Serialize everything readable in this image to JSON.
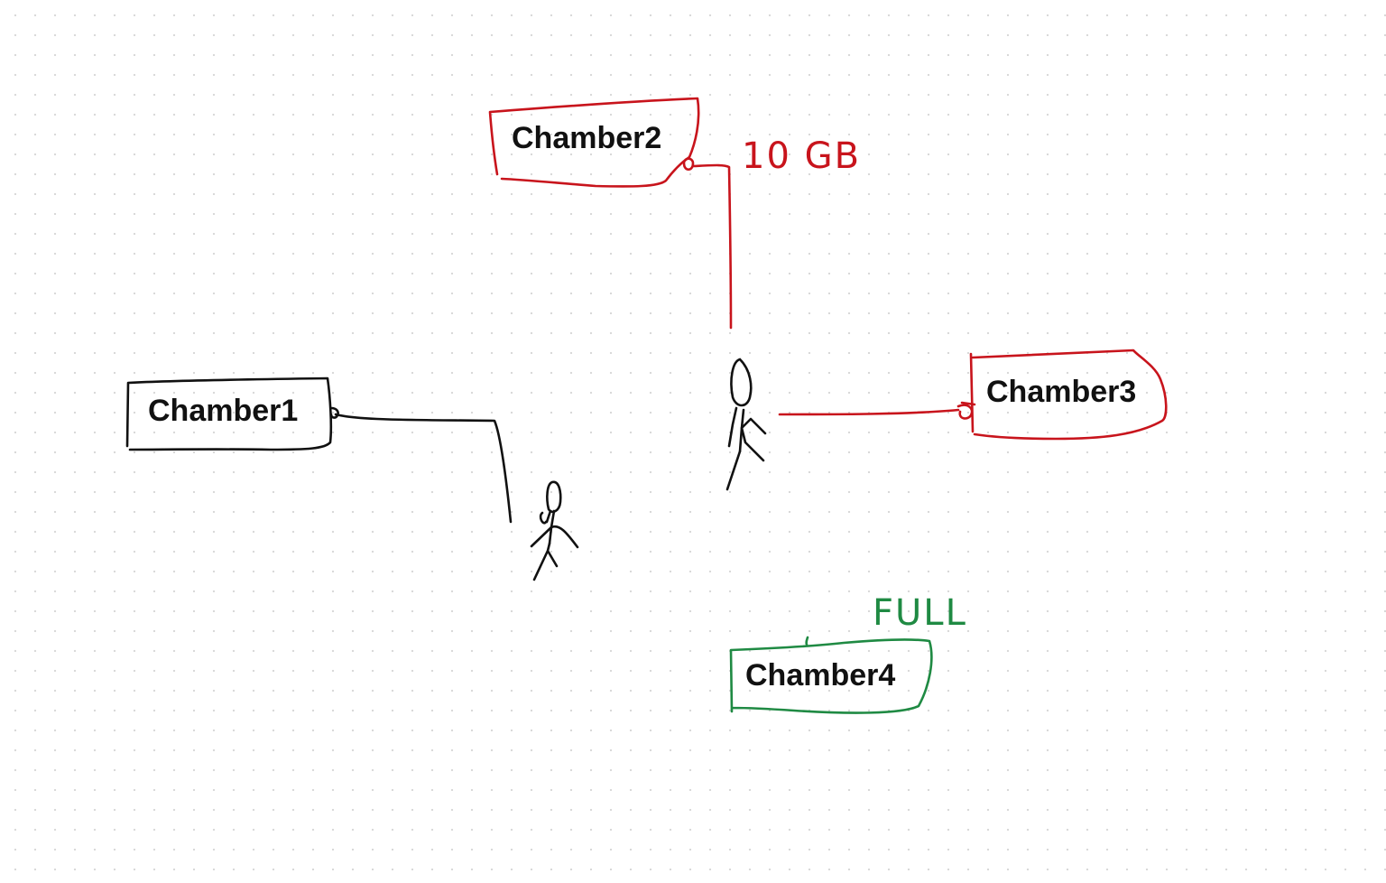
{
  "diagram": {
    "colors": {
      "black": "#111111",
      "red": "#c8141c",
      "green": "#1f8a43"
    },
    "nodes": {
      "chamber1": {
        "label": "Chamber1",
        "color": "black"
      },
      "chamber2": {
        "label": "Chamber2",
        "color": "red"
      },
      "chamber3": {
        "label": "Chamber3",
        "color": "red"
      },
      "chamber4": {
        "label": "Chamber4",
        "color": "green"
      }
    },
    "annotations": {
      "chamber2_size": "10 GB",
      "chamber4_status": "FULL"
    },
    "figures": [
      {
        "id": "person-left",
        "icon": "stick-figure-icon",
        "color": "black"
      },
      {
        "id": "person-center",
        "icon": "stick-figure-icon",
        "color": "black"
      }
    ],
    "connections": [
      {
        "from": "chamber1",
        "to": "person-left",
        "color": "black"
      },
      {
        "from": "chamber2",
        "to": "person-center",
        "color": "red"
      },
      {
        "from": "person-center",
        "to": "chamber3",
        "color": "red"
      }
    ]
  }
}
